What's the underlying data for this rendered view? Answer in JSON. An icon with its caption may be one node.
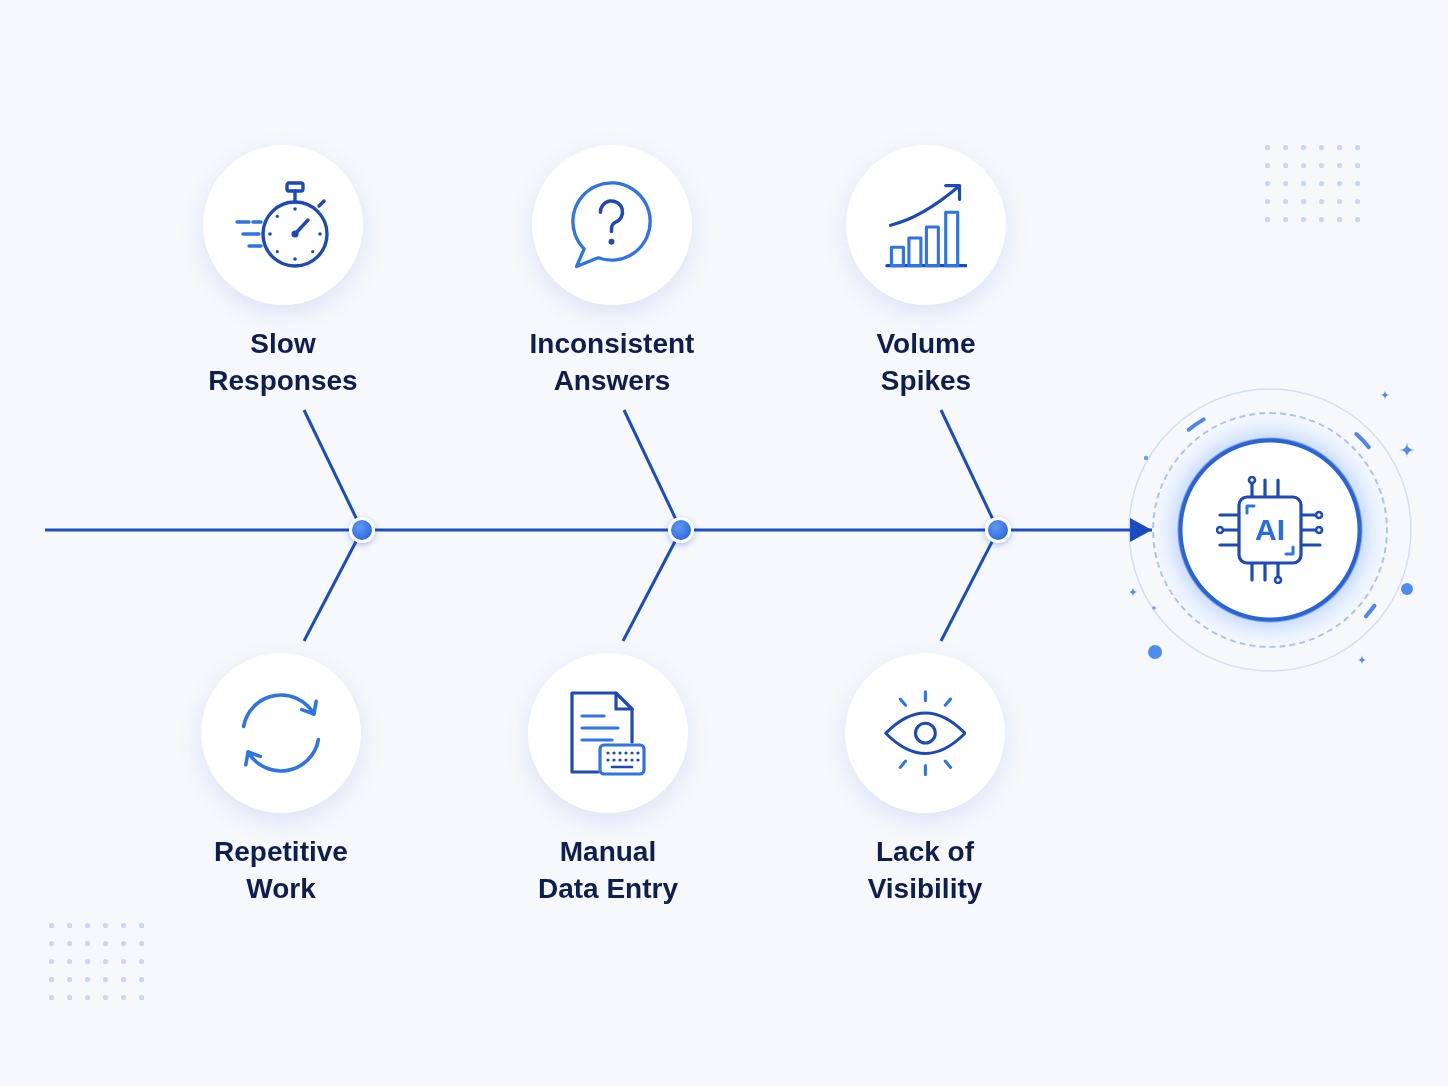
{
  "diagram": {
    "nodes": [
      {
        "text": [
          "Slow Responses"
        ]
      },
      {
        "text": [
          "Inconsistent Answers"
        ]
      },
      {
        "text": [
          "Volume Spikes"
        ]
      },
      {
        "text": [
          "Repetitive Work"
        ]
      },
      {
        "text": [
          "Manual Data Entry"
        ]
      },
      {
        "text": [
          "Lack of Visibility"
        ]
      },
      {
        "text": [],
        "shape": "circle"
      },
      {
        "text": [],
        "shape": "circle"
      },
      {
        "text": [],
        "shape": "circle"
      },
      {
        "text": [
          "AI"
        ]
      }
    ],
    "edges": [
      {
        "from": null,
        "to": 6,
        "arrow": "none"
      },
      {
        "from": 6,
        "to": 7,
        "arrow": "none"
      },
      {
        "from": 7,
        "to": 8,
        "arrow": "none"
      },
      {
        "from": 8,
        "to": 9,
        "arrow": "to"
      },
      {
        "from": 0,
        "to": 6,
        "arrow": "none"
      },
      {
        "from": 3,
        "to": 6,
        "arrow": "none"
      },
      {
        "from": 1,
        "to": 7,
        "arrow": "none"
      },
      {
        "from": 4,
        "to": 7,
        "arrow": "none"
      },
      {
        "from": 2,
        "to": 8,
        "arrow": "none"
      },
      {
        "from": 5,
        "to": 8,
        "arrow": "none"
      }
    ]
  }
}
